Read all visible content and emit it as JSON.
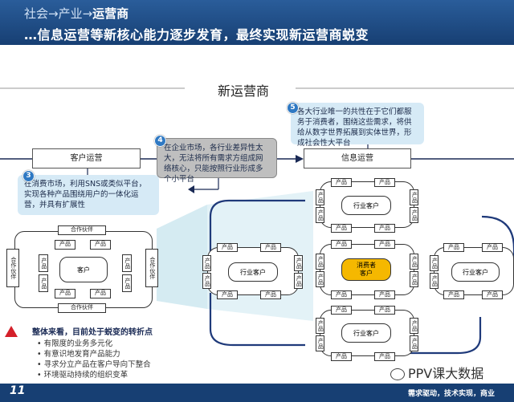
{
  "header": {
    "crumb_1": "社会→产业→",
    "crumb_highlight": "运营商",
    "subtitle": "…信息运营等新核心能力逐步发育，最终实现新运营商蜕变"
  },
  "diagram_title": "新运营商",
  "flow": {
    "customer_ops": "客户运营",
    "info_ops": "信息运营"
  },
  "notes": [
    {
      "num": "3",
      "text": "在消费市场，利用SNS或类似平台，实现各种产品围绕用户的一体化运营，并具有扩展性"
    },
    {
      "num": "4",
      "text": "在企业市场，各行业差异性太大，无法将所有需求方组成网络核心，只能按照行业形成多个小平台"
    },
    {
      "num": "5",
      "text": "各大行业唯一的共性在于它们都服务于消费者，围绕这些需求，将供给从数字世界拓展到实体世界，形成社会性大平台"
    }
  ],
  "labels": {
    "product": "产品",
    "partner": "合作伙伴",
    "customer": "客户",
    "industry_customer": "行业客户",
    "consumer_customer": "消费者\n客户"
  },
  "conclusion": "整体来看，目前处于蜕变的转折点",
  "bullets": [
    "有限度的业务多元化",
    "有意识地发育产品能力",
    "寻求分立产品在客户导向下整合",
    "环境驱动持续的组织变革"
  ],
  "footer": {
    "page": "11",
    "tagline": "需求驱动，技术实现，商业"
  },
  "watermark": "PPV课大数据",
  "colors": {
    "header_bg": "#1c4a85",
    "note_blue": "#d6eaf6",
    "note_grey": "#bfbfbf",
    "consumer_box": "#f5b800",
    "funnel": "#d5ebf2",
    "ring_line": "#1f3a7a"
  }
}
